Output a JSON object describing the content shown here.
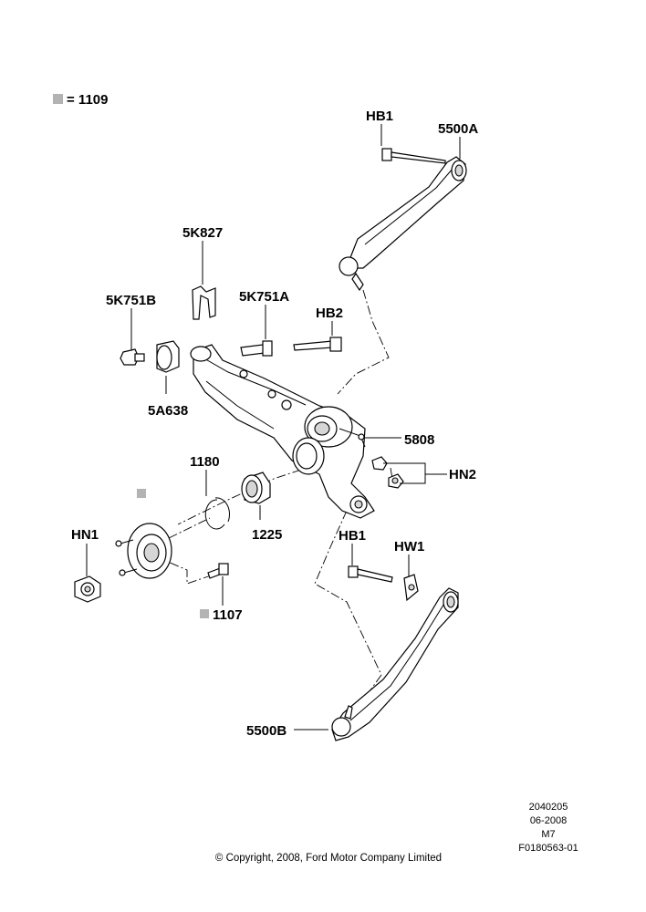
{
  "legend": {
    "marker_color": "#b3b3b3",
    "text": "= 1109"
  },
  "labels": {
    "hb1_top": "HB1",
    "a5500a": "5500A",
    "a5k827": "5K827",
    "a5k751b": "5K751B",
    "a5k751a": "5K751A",
    "hb2": "HB2",
    "a5a638": "5A638",
    "a5808": "5808",
    "a1180": "1180",
    "hn2": "HN2",
    "hn1": "HN1",
    "a1225": "1225",
    "hb1_bottom": "HB1",
    "hw1": "HW1",
    "a1107": "1107",
    "a5500b": "5500B"
  },
  "footer": {
    "meta_lines": [
      "2040205",
      "06-2008",
      "M7",
      "F0180563-01"
    ],
    "copyright": "© Copyright, 2008, Ford Motor Company Limited"
  }
}
